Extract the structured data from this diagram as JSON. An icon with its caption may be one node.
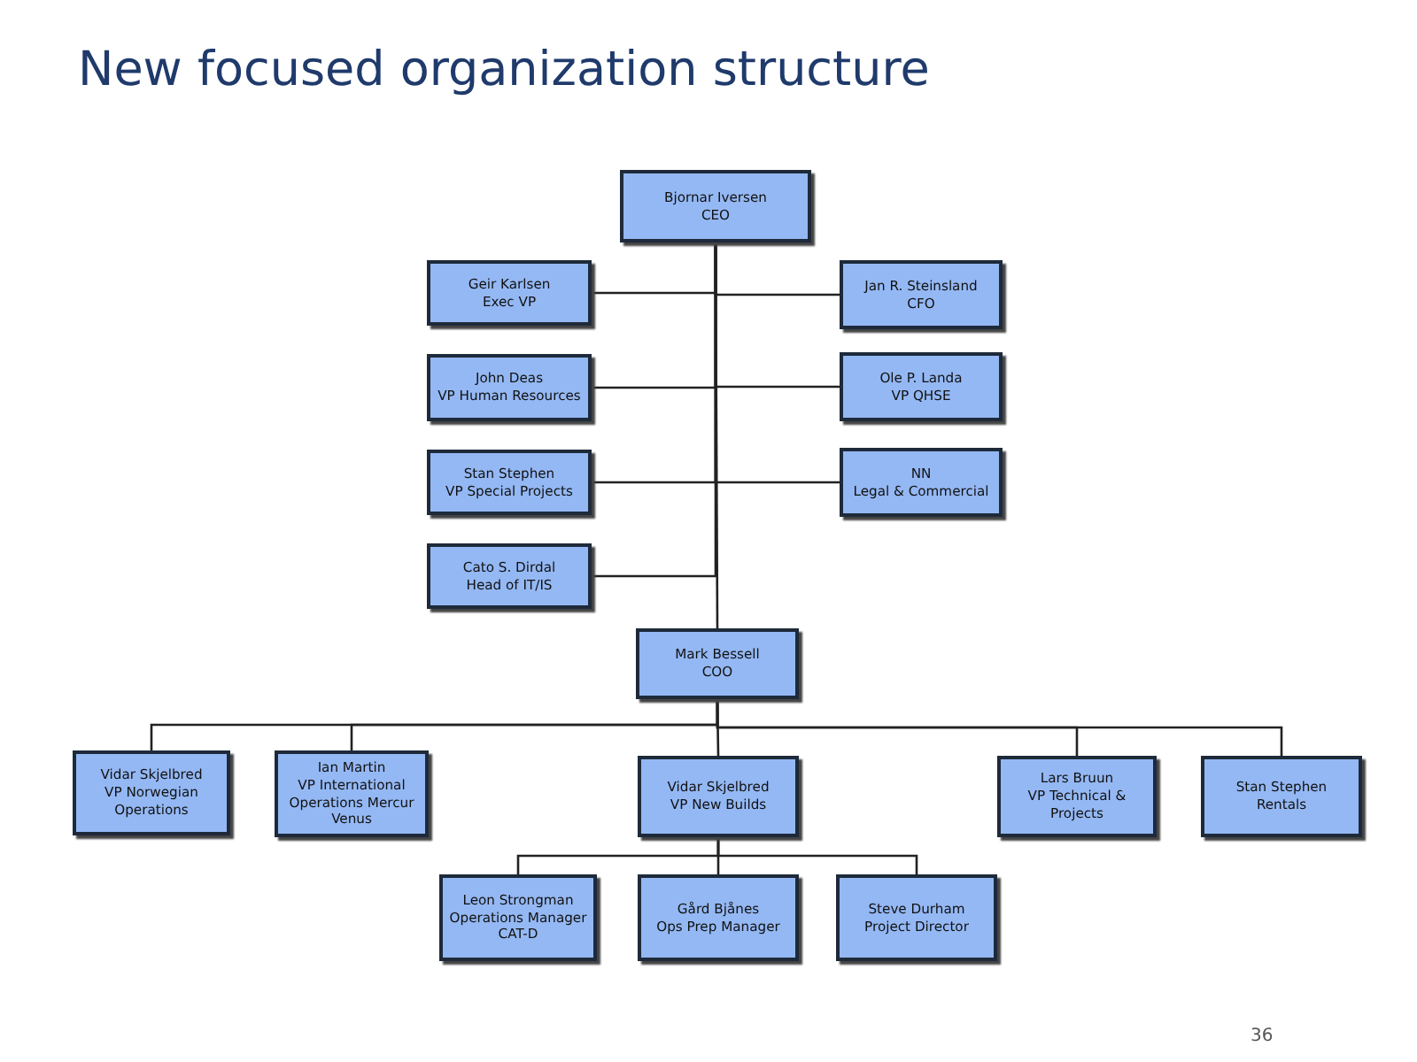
{
  "diagram": {
    "title": "New focused organization structure",
    "nodes": [
      {
        "text": [
          "Bjornar Iversen",
          "CEO"
        ]
      },
      {
        "text": [
          "Geir Karlsen",
          "Exec VP"
        ]
      },
      {
        "text": [
          "Jan R. Steinsland",
          "CFO"
        ]
      },
      {
        "text": [
          "John Deas",
          "VP Human Resources"
        ]
      },
      {
        "text": [
          "Ole P. Landa",
          "VP QHSE"
        ]
      },
      {
        "text": [
          "Stan Stephen",
          "VP Special Projects"
        ]
      },
      {
        "text": [
          "NN",
          "Legal & Commercial"
        ]
      },
      {
        "text": [
          "Cato S. Dirdal",
          "Head of IT/IS"
        ]
      },
      {
        "text": [
          "Mark Bessell",
          "COO"
        ]
      },
      {
        "text": [
          "Vidar Skjelbred",
          "VP Norwegian Operations"
        ]
      },
      {
        "text": [
          "Ian Martin",
          "VP International Operations Mercur Venus"
        ]
      },
      {
        "text": [
          "Vidar Skjelbred",
          "VP New Builds"
        ]
      },
      {
        "text": [
          "Lars Bruun",
          "VP Technical & Projects"
        ]
      },
      {
        "text": [
          "Stan Stephen",
          "Rentals"
        ]
      },
      {
        "text": [
          "Leon Strongman",
          "Operations Manager CAT-D"
        ]
      },
      {
        "text": [
          "Gård Bjånes",
          "Ops Prep Manager"
        ]
      },
      {
        "text": [
          "Steve Durham",
          "Project Director"
        ]
      }
    ],
    "edges": [
      {
        "from": 0,
        "to": 1,
        "arrow": "none"
      },
      {
        "from": 0,
        "to": 2,
        "arrow": "none"
      },
      {
        "from": 0,
        "to": 3,
        "arrow": "none"
      },
      {
        "from": 0,
        "to": 4,
        "arrow": "none"
      },
      {
        "from": 0,
        "to": 5,
        "arrow": "none"
      },
      {
        "from": 0,
        "to": 6,
        "arrow": "none"
      },
      {
        "from": 0,
        "to": 7,
        "arrow": "none"
      },
      {
        "from": 0,
        "to": 8,
        "arrow": "none"
      },
      {
        "from": 8,
        "to": 9,
        "arrow": "none"
      },
      {
        "from": 8,
        "to": 10,
        "arrow": "none"
      },
      {
        "from": 8,
        "to": 11,
        "arrow": "none"
      },
      {
        "from": 8,
        "to": 12,
        "arrow": "none"
      },
      {
        "from": 8,
        "to": 13,
        "arrow": "none"
      },
      {
        "from": 11,
        "to": 14,
        "arrow": "none"
      },
      {
        "from": 11,
        "to": 15,
        "arrow": "none"
      },
      {
        "from": 11,
        "to": 16,
        "arrow": "none"
      }
    ],
    "labels": [
      "36"
    ]
  }
}
